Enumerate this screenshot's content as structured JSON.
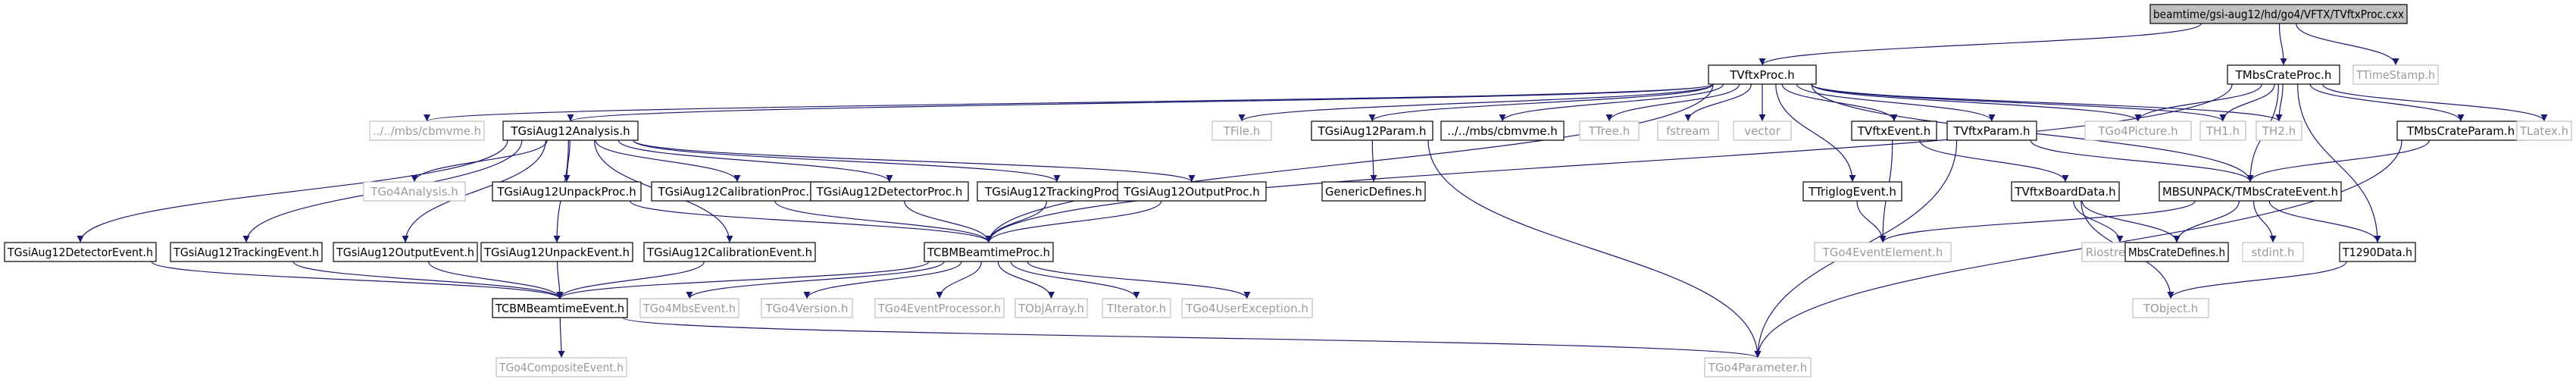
{
  "graph": {
    "colors": {
      "node_border": "#000000",
      "node_fill": "#ffffff",
      "root_fill": "#bfbfbf",
      "dimmed_border": "#bfbfbf",
      "dimmed_text": "#9a9a9a",
      "text": "#000000",
      "edge": "#191970"
    },
    "nodes": [
      {
        "id": "root",
        "label": "beamtime/gsi-aug12/hd/go4/VFTX/TVftxProc.cxx",
        "style": "root"
      },
      {
        "id": "tvftxproc",
        "label": "TVftxProc.h",
        "style": "normal"
      },
      {
        "id": "ttimestamp",
        "label": "TTimeStamp.h",
        "style": "dimmed"
      },
      {
        "id": "tmbscrateproc",
        "label": "TMbsCrateProc.h",
        "style": "normal"
      },
      {
        "id": "mbsvme1",
        "label": "../../mbs/cbmvme.h",
        "style": "dimmed"
      },
      {
        "id": "tgsianalysis",
        "label": "TGsiAug12Analysis.h",
        "style": "normal"
      },
      {
        "id": "tfile",
        "label": "TFile.h",
        "style": "dimmed"
      },
      {
        "id": "tgsiparam",
        "label": "TGsiAug12Param.h",
        "style": "normal"
      },
      {
        "id": "mbsvme2",
        "label": "../../mbs/cbmvme.h",
        "style": "normal"
      },
      {
        "id": "ttree",
        "label": "TTree.h",
        "style": "dimmed"
      },
      {
        "id": "fstream",
        "label": "fstream",
        "style": "dimmed"
      },
      {
        "id": "vector",
        "label": "vector",
        "style": "dimmed"
      },
      {
        "id": "tvftxevent",
        "label": "TVftxEvent.h",
        "style": "normal"
      },
      {
        "id": "tvftxparam",
        "label": "TVftxParam.h",
        "style": "normal"
      },
      {
        "id": "tgo4picture",
        "label": "TGo4Picture.h",
        "style": "dimmed"
      },
      {
        "id": "th1",
        "label": "TH1.h",
        "style": "dimmed"
      },
      {
        "id": "th2",
        "label": "TH2.h",
        "style": "dimmed"
      },
      {
        "id": "tmbscrateparam",
        "label": "TMbsCrateParam.h",
        "style": "normal"
      },
      {
        "id": "tlatex",
        "label": "TLatex.h",
        "style": "dimmed"
      },
      {
        "id": "tgo4analysis",
        "label": "TGo4Analysis.h",
        "style": "dimmed"
      },
      {
        "id": "tgsiunpackproc",
        "label": "TGsiAug12UnpackProc.h",
        "style": "normal"
      },
      {
        "id": "tgsicalibproc",
        "label": "TGsiAug12CalibrationProc.h",
        "style": "normal"
      },
      {
        "id": "tgsidetproc",
        "label": "TGsiAug12DetectorProc.h",
        "style": "normal"
      },
      {
        "id": "tgsitrackproc",
        "label": "TGsiAug12TrackingProc.h",
        "style": "normal"
      },
      {
        "id": "tgsioutproc",
        "label": "TGsiAug12OutputProc.h",
        "style": "normal"
      },
      {
        "id": "genericdefines",
        "label": "GenericDefines.h",
        "style": "normal"
      },
      {
        "id": "ttrigloge",
        "label": "TTriglogEvent.h",
        "style": "normal"
      },
      {
        "id": "tvftxboard",
        "label": "TVftxBoardData.h",
        "style": "normal"
      },
      {
        "id": "mbsunpack",
        "label": "MBSUNPACK/TMbsCrateEvent.h",
        "style": "normal"
      },
      {
        "id": "tgsideteve",
        "label": "TGsiAug12DetectorEvent.h",
        "style": "normal"
      },
      {
        "id": "tgsitrackeve",
        "label": "TGsiAug12TrackingEvent.h",
        "style": "normal"
      },
      {
        "id": "tgsiouteve",
        "label": "TGsiAug12OutputEvent.h",
        "style": "normal"
      },
      {
        "id": "tgsiunpackeve",
        "label": "TGsiAug12UnpackEvent.h",
        "style": "normal"
      },
      {
        "id": "tgsicalibeve",
        "label": "TGsiAug12CalibrationEvent.h",
        "style": "normal"
      },
      {
        "id": "tcbmproc",
        "label": "TCBMBeamtimeProc.h",
        "style": "normal"
      },
      {
        "id": "tgo4evelem",
        "label": "TGo4EventElement.h",
        "style": "dimmed"
      },
      {
        "id": "riostream",
        "label": "Riostream.h",
        "style": "dimmed"
      },
      {
        "id": "mbscratedefs",
        "label": "MbsCrateDefines.h",
        "style": "normal"
      },
      {
        "id": "stdint",
        "label": "stdint.h",
        "style": "dimmed"
      },
      {
        "id": "t1290",
        "label": "T1290Data.h",
        "style": "normal"
      },
      {
        "id": "tcbmevent",
        "label": "TCBMBeamtimeEvent.h",
        "style": "normal"
      },
      {
        "id": "tgo4mbsevent",
        "label": "TGo4MbsEvent.h",
        "style": "dimmed"
      },
      {
        "id": "tgo4version",
        "label": "TGo4Version.h",
        "style": "dimmed"
      },
      {
        "id": "tgo4evproc",
        "label": "TGo4EventProcessor.h",
        "style": "dimmed"
      },
      {
        "id": "tobjarray",
        "label": "TObjArray.h",
        "style": "dimmed"
      },
      {
        "id": "titerator",
        "label": "TIterator.h",
        "style": "dimmed"
      },
      {
        "id": "tgo4userexc",
        "label": "TGo4UserException.h",
        "style": "dimmed"
      },
      {
        "id": "tobject",
        "label": "TObject.h",
        "style": "dimmed"
      },
      {
        "id": "tgo4composite",
        "label": "TGo4CompositeEvent.h",
        "style": "dimmed"
      },
      {
        "id": "tgo4parameter",
        "label": "TGo4Parameter.h",
        "style": "dimmed"
      }
    ],
    "edges": [
      [
        "root",
        "tvftxproc"
      ],
      [
        "root",
        "ttimestamp"
      ],
      [
        "root",
        "tmbscrateproc"
      ],
      [
        "tvftxproc",
        "mbsvme1"
      ],
      [
        "tvftxproc",
        "tgsianalysis"
      ],
      [
        "tvftxproc",
        "tfile"
      ],
      [
        "tvftxproc",
        "tgsiparam"
      ],
      [
        "tvftxproc",
        "mbsvme2"
      ],
      [
        "tvftxproc",
        "ttree"
      ],
      [
        "tvftxproc",
        "fstream"
      ],
      [
        "tvftxproc",
        "vector"
      ],
      [
        "tvftxproc",
        "tvftxevent"
      ],
      [
        "tvftxproc",
        "tvftxparam"
      ],
      [
        "tvftxproc",
        "tgo4picture"
      ],
      [
        "tvftxproc",
        "th1"
      ],
      [
        "tvftxproc",
        "th2"
      ],
      [
        "tvftxproc",
        "ttrigloge"
      ],
      [
        "tvftxproc",
        "tcbmproc"
      ],
      [
        "tvftxproc",
        "mbsunpack"
      ],
      [
        "tmbscrateproc",
        "tcbmproc"
      ],
      [
        "tmbscrateproc",
        "tgo4picture"
      ],
      [
        "tmbscrateproc",
        "th1"
      ],
      [
        "tmbscrateproc",
        "th2"
      ],
      [
        "tmbscrateproc",
        "tmbscrateparam"
      ],
      [
        "tmbscrateproc",
        "tlatex"
      ],
      [
        "tmbscrateproc",
        "mbsunpack"
      ],
      [
        "tmbscrateproc",
        "t1290"
      ],
      [
        "tgsianalysis",
        "tgo4analysis"
      ],
      [
        "tgsianalysis",
        "tgsiunpackproc"
      ],
      [
        "tgsianalysis",
        "tgsicalibproc"
      ],
      [
        "tgsianalysis",
        "tgsidetproc"
      ],
      [
        "tgsianalysis",
        "tgsitrackproc"
      ],
      [
        "tgsianalysis",
        "tgsioutproc"
      ],
      [
        "tgsianalysis",
        "tgsideteve"
      ],
      [
        "tgsianalysis",
        "tgsitrackeve"
      ],
      [
        "tgsianalysis",
        "tgsiouteve"
      ],
      [
        "tgsianalysis",
        "tgsiunpackeve"
      ],
      [
        "tgsianalysis",
        "tgsicalibeve"
      ],
      [
        "tgsiunpackproc",
        "tcbmproc"
      ],
      [
        "tgsicalibproc",
        "tcbmproc"
      ],
      [
        "tgsidetproc",
        "tcbmproc"
      ],
      [
        "tgsitrackproc",
        "tcbmproc"
      ],
      [
        "tgsioutproc",
        "tcbmproc"
      ],
      [
        "tgsiparam",
        "genericdefines"
      ],
      [
        "tgsiparam",
        "tgo4parameter"
      ],
      [
        "ttrigloge",
        "tgo4evelem"
      ],
      [
        "tvftxevent",
        "tgo4evelem"
      ],
      [
        "tvftxevent",
        "tvftxboard"
      ],
      [
        "tvftxparam",
        "tgo4parameter"
      ],
      [
        "tvftxparam",
        "mbsunpack"
      ],
      [
        "tmbscrateparam",
        "mbsunpack"
      ],
      [
        "tmbscrateparam",
        "tgo4parameter"
      ],
      [
        "tvftxboard",
        "riostream"
      ],
      [
        "tvftxboard",
        "mbscratedefs"
      ],
      [
        "tvftxboard",
        "tobject"
      ],
      [
        "mbsunpack",
        "tgo4evelem"
      ],
      [
        "mbsunpack",
        "mbscratedefs"
      ],
      [
        "mbsunpack",
        "stdint"
      ],
      [
        "mbsunpack",
        "t1290"
      ],
      [
        "t1290",
        "tobject"
      ],
      [
        "tgsideteve",
        "tcbmevent"
      ],
      [
        "tgsitrackeve",
        "tcbmevent"
      ],
      [
        "tgsiouteve",
        "tcbmevent"
      ],
      [
        "tgsiunpackeve",
        "tcbmevent"
      ],
      [
        "tgsicalibeve",
        "tcbmevent"
      ],
      [
        "tcbmproc",
        "tcbmevent"
      ],
      [
        "tcbmproc",
        "tgo4mbsevent"
      ],
      [
        "tcbmproc",
        "tgo4version"
      ],
      [
        "tcbmproc",
        "tgo4evproc"
      ],
      [
        "tcbmproc",
        "tobjarray"
      ],
      [
        "tcbmproc",
        "titerator"
      ],
      [
        "tcbmproc",
        "tgo4userexc"
      ],
      [
        "tcbmevent",
        "tgo4composite"
      ],
      [
        "tcbmevent",
        "tgo4parameter"
      ]
    ]
  }
}
